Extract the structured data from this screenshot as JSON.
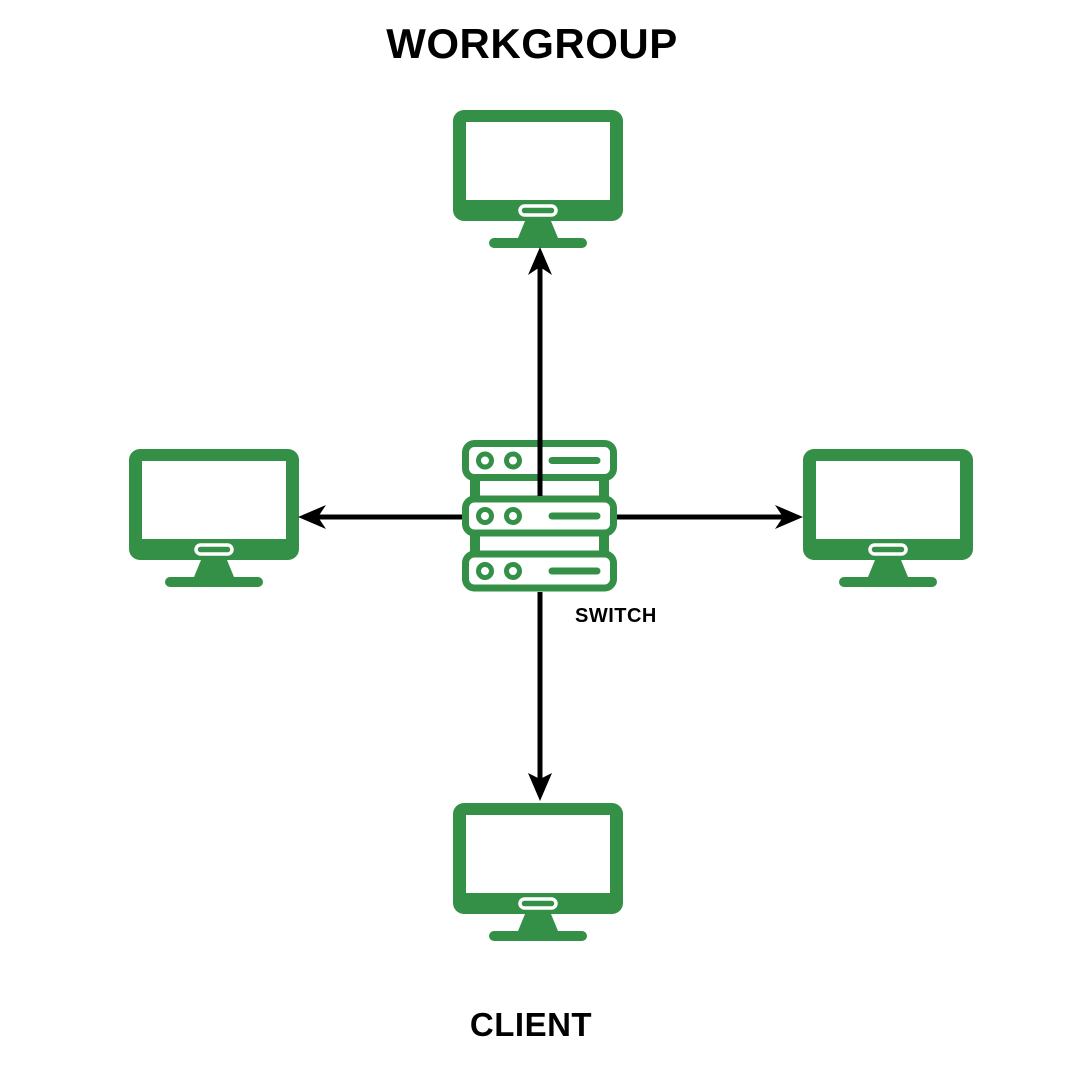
{
  "diagram": {
    "title": "WORKGROUP",
    "labels": {
      "switch": "SWITCH",
      "client": "CLIENT"
    },
    "colors": {
      "device": "#359047",
      "connector": "#000000",
      "text": "#000000",
      "background": "#ffffff"
    },
    "nodes": [
      {
        "id": "switch",
        "type": "network-switch",
        "label": "SWITCH"
      },
      {
        "id": "client-top",
        "type": "computer"
      },
      {
        "id": "client-left",
        "type": "computer"
      },
      {
        "id": "client-right",
        "type": "computer"
      },
      {
        "id": "client-bottom",
        "type": "computer",
        "label": "CLIENT"
      }
    ],
    "edges": [
      {
        "from": "switch",
        "to": "client-top"
      },
      {
        "from": "switch",
        "to": "client-left"
      },
      {
        "from": "switch",
        "to": "client-right"
      },
      {
        "from": "switch",
        "to": "client-bottom"
      }
    ]
  }
}
